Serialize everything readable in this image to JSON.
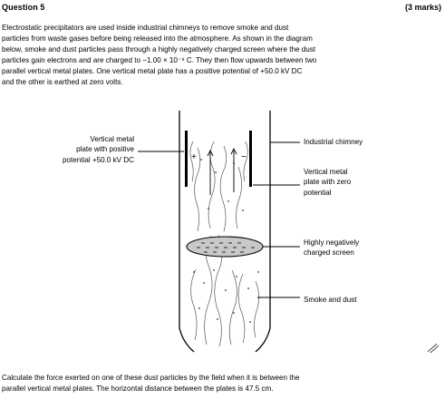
{
  "question": {
    "title": "Question 5",
    "marks": "(3 marks)",
    "intro_lines": [
      "Electrostatic precipitators are used inside industrial chimneys to remove smoke and dust",
      "particles from waste gases before being released into the atmosphere. As shown in the diagram",
      "below, smoke and dust particles pass through a highly negatively charged screen where the dust",
      "particles gain electrons and are charged to −1.00 × 10⁻⁹ C. They then flow upwards between two",
      "parallel vertical metal plates. One vertical metal plate has a positive potential of +50.0  kV DC",
      "and the other is earthed at zero volts."
    ],
    "prompt_lines": [
      "Calculate the force exerted on one of these dust particles by the field when it is between the",
      "parallel vertical metal plates. The horizontal distance between the plates is 47.5 cm."
    ]
  },
  "diagram": {
    "label_left_plate": [
      "Vertical metal",
      "plate with positive",
      "potential +50.0 kV DC"
    ],
    "label_chimney": "Industrial chimney",
    "label_right_plate": [
      "Vertical metal",
      "plate with zero",
      "potential"
    ],
    "label_screen": [
      "Highly negatively",
      "charged screen"
    ],
    "label_smoke": "Smoke and dust"
  }
}
